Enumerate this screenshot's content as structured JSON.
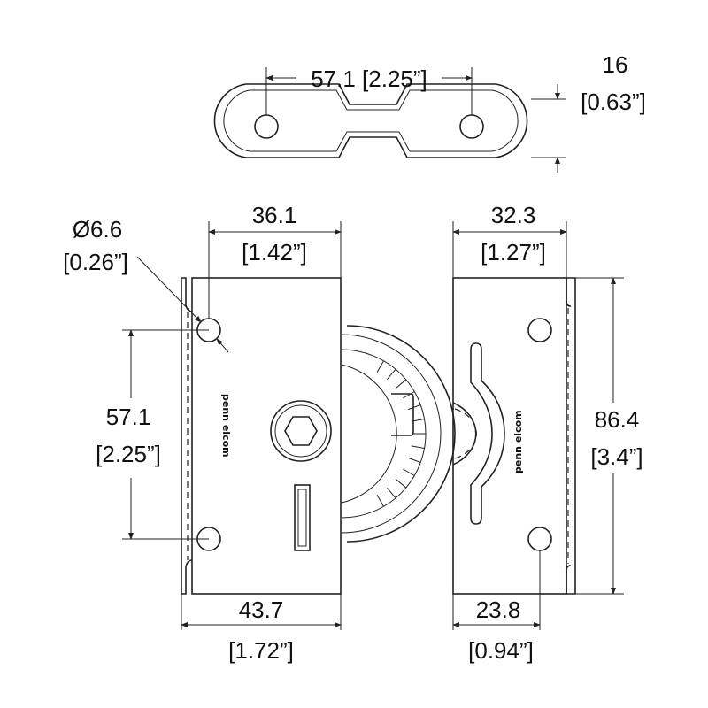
{
  "drawing": {
    "top_view": {
      "hole_spacing": "57.1 [2.25”]",
      "thickness_mm": "16",
      "thickness_in": "[0.63”]"
    },
    "front_view": {
      "hole_dia_mm": "Ø6.6",
      "hole_dia_in": "[0.26”]",
      "hole_offset_mm": "36.1",
      "hole_offset_in": "[1.42”]",
      "hole_spacing_mm": "57.1",
      "hole_spacing_in": "[2.25”]",
      "width_mm": "43.7",
      "width_in": "[1.72”]",
      "logo": "penn elcom"
    },
    "side_view": {
      "width_mm": "32.3",
      "width_in": "[1.27”]",
      "height_mm": "86.4",
      "height_in": "[3.4”]",
      "hole_offset_mm": "23.8",
      "hole_offset_in": "[0.94”]",
      "logo": "penn elcom"
    }
  }
}
